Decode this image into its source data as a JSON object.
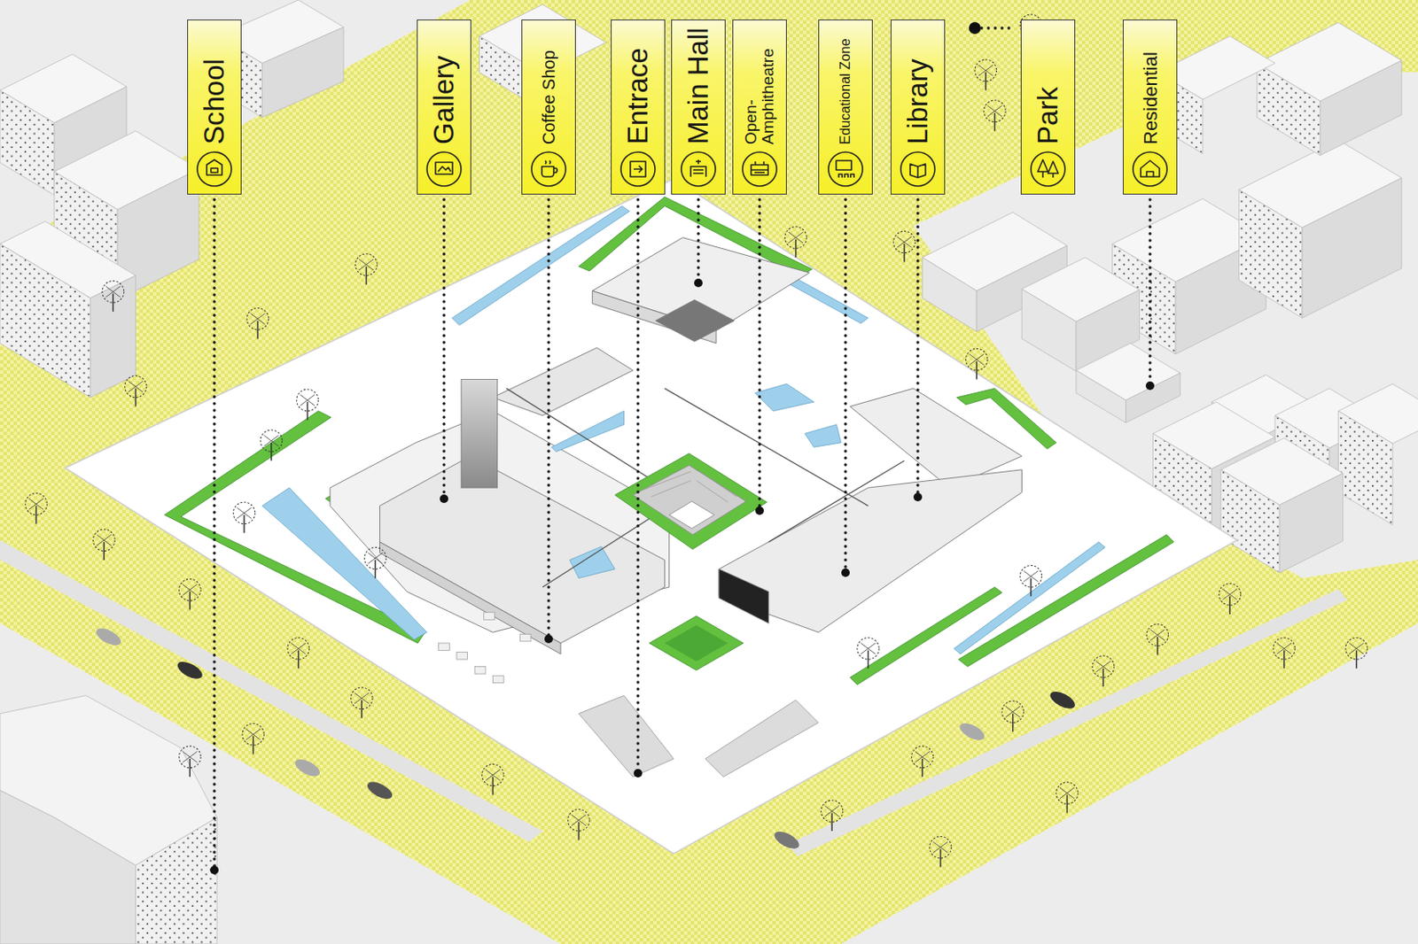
{
  "diagram": {
    "nodes": [
      {
        "text": [
          "School"
        ]
      },
      {
        "text": [
          "Gallery"
        ]
      },
      {
        "text": [
          "Coffee Shop"
        ]
      },
      {
        "text": [
          "Entrace"
        ]
      },
      {
        "text": [
          "Main Hall"
        ]
      },
      {
        "text": [
          "Open- Amphitheatre"
        ]
      },
      {
        "text": [
          "Educational Zone"
        ]
      },
      {
        "text": [
          "Library"
        ]
      },
      {
        "text": [
          "Park"
        ]
      },
      {
        "text": [
          "Residential"
        ]
      }
    ]
  }
}
